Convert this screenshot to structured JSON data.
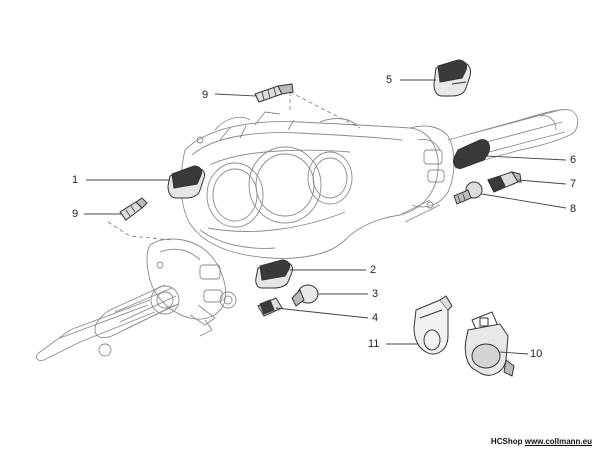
{
  "callouts": [
    {
      "id": "1",
      "label": "1"
    },
    {
      "id": "2",
      "label": "2"
    },
    {
      "id": "3",
      "label": "3"
    },
    {
      "id": "4",
      "label": "4"
    },
    {
      "id": "5",
      "label": "5"
    },
    {
      "id": "6",
      "label": "6"
    },
    {
      "id": "7",
      "label": "7"
    },
    {
      "id": "8",
      "label": "8"
    },
    {
      "id": "9a",
      "label": "9"
    },
    {
      "id": "9b",
      "label": "9"
    },
    {
      "id": "10",
      "label": "10"
    },
    {
      "id": "11",
      "label": "11"
    }
  ],
  "footer": {
    "shop": "HCShop",
    "url": "www.collmann.eu"
  },
  "colors": {
    "line": "#555555",
    "part_stroke": "#333333",
    "part_fill_dark": "#3a3a3a",
    "part_fill_light": "#dddddd"
  }
}
